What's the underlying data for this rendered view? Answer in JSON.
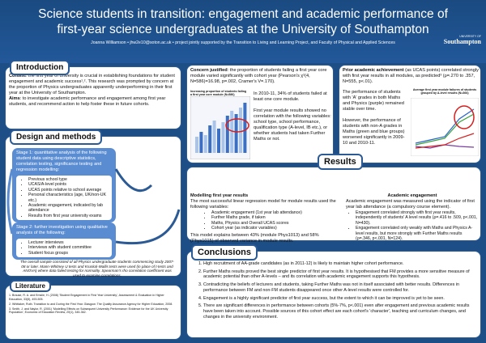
{
  "header": {
    "title_line1": "Science students in transition: engagement and academic performance of",
    "title_line2": "first-year science undergraduates at the University of Southampton",
    "authors": "Joanna Williamson • jhw2e10@soton.ac.uk • project jointly supported by the Transition to Living and Learning Project, and Faculty of Physical and Applied Sciences",
    "logo_small": "UNIVERSITY OF",
    "logo_big": "Southampton"
  },
  "intro": {
    "heading": "Introduction",
    "context_label": "Context",
    "context": ": the first year of university is crucial in establishing foundations for student engagement and academic success¹,². This research was prompted by concern at the proportion of Physics undergraduates apparently underperforming in their first year at the University of Southampton.",
    "aims_label": "Aims",
    "aims": ": to investigate academic performance and engagement among first year students, and recommend action to help foster these in future cohorts."
  },
  "design": {
    "heading": "Design and methods",
    "stage1_title": "Stage 1: quantitative analysis of the following student data using descriptive statistics, correlation testing, significance testing and regression modelling:",
    "stage1_items": [
      "Previous school type",
      "UCAS/A-level points",
      "UCAS points relative to school average",
      "Personal characteristics (age, UK/non-UK etc.)",
      "Academic engagement, indicated by lab attendance",
      "Results from first year university exams"
    ],
    "stage2_title": "Stage 2: further investigation using qualitative analysis of the following:",
    "stage2_items": [
      "Lecturer interviews",
      "Interviews with student committee",
      "Student focus groups"
    ],
    "note": "The overall sample consisted of all Physics undergraduate students commencing study 2007-08 or later. Mann-Whitney U tests and Kruskal-Wallis tests were used (in place of t-tests and ANOVA) where data failed testing for normality. Spearman's rho correlation coefficient was used to examine correlations."
  },
  "literature": {
    "heading": "Literature",
    "items": [
      "1. Brause, R. A. and Emslie, H. (2008) 'Student Engagement in First Year University', Assessment & Evaluation in Higher Education, 33(5), 493-505.",
      "2. Whittaker, Ruth. Transition to and During the First Year. Glasgow: The Quality Assurance Agency for Higher Education, 2008.",
      "3. Smith, J. and Naylor, R. (2001) 'Modelling Effects on Subsequent University Performance: Evidence for the UK University Population', Economic of Education Review, 20(1), 345-362."
    ]
  },
  "concern": {
    "label": "Concern justified",
    "text": ": the proportion of students failing a first year core module varied significantly with cohort year (Pearson's χ²(4, N=586)=16.98, p=.002, Cramer's V=.170).",
    "chart_caption": "Increasing proportion of students failing a first year core module (N=586)",
    "side_text1": "In 2010-11, 34% of students failed at least one core module.",
    "side_text2": "First year module results showed no correlation with the following variables: school type, school performance, qualification type (A-level, IB etc.), or whether students had taken Further Maths or not."
  },
  "prior": {
    "label": "Prior academic achievement",
    "text": " (as UCAS points) correlated strongly with first year results in all modules, as predicted³ (ρ=.270 to .357, N=555, p<.01).",
    "side_text1": "The performance of students with 'A' grades in both Maths and Physics (purple) remained stable over time.",
    "side_text2": "However, the performance of students with non-A grades in Maths (green and blue groups) worsened significantly in 2009-10 and 2010-11.",
    "chart_caption": "Average first year module failures of students grouped by A-level results (N=366)"
  },
  "results": {
    "heading": "Results",
    "modelling_title": "Modelling first year results",
    "modelling_intro": "The most successful linear regression model for module results used the following variables:",
    "modelling_items": [
      "Academic engagement (1st year lab attendance)",
      "Further Maths grade, if taken",
      "Maths, Physics and Overall UCAS scores",
      "Cohort year (as indicator variables)"
    ],
    "modelling_outro": "This model explains between 43% (module Phys1013) and 58% (Phys1015) of observed variance in module results.",
    "engagement_title": "Academic engagement",
    "engagement_intro": "Academic engagement was measured using the indicator of first year lab attendance (a compulsory course element).",
    "engagement_items": [
      "Engagement correlated strongly with first year results, independently of students' A level results (ρ=.416 to .509, p<.001, N=430).",
      "Engagement correlated only weakly with Maths and Physics A-level results, but more strongly with Further Maths results (ρ=.346, p<.001, N=124)."
    ]
  },
  "conclusions": {
    "heading": "Conclusions",
    "items": [
      "High recruitment of AA-grade candidates (as in 2011-12) is likely to maintain higher cohort performance.",
      "Further Maths results proved the best single predictor of first year results. It is hypothesised that FM provides a more sensitive measure of academic potential than other A-levels – and its correlation with academic engagement supports this hypothesis.",
      "Contradicting the beliefs of lecturers and students, taking Further Maths was not in itself associated with better results. Differences in performance between FM and non-FM students disappeared once other A-level results were controlled for.",
      "Engagement is a highly significant predictor of first year success, but the extent to which it can be improved is yet to be seen.",
      "There are significant differences in performance between cohorts (5%-7%, p<.001) even after engagement and previous academic results have been taken into account. Possible sources of this cohort effect are each cohort's 'character', teaching and curriculum changes, and changes in the university environment."
    ]
  },
  "colors": {
    "navy": "#1d4f86",
    "stage": "#5a8cd2",
    "red": "#d62020",
    "green": "#3aa03a",
    "purple": "#7a3ea0",
    "blue": "#2a62c8"
  }
}
